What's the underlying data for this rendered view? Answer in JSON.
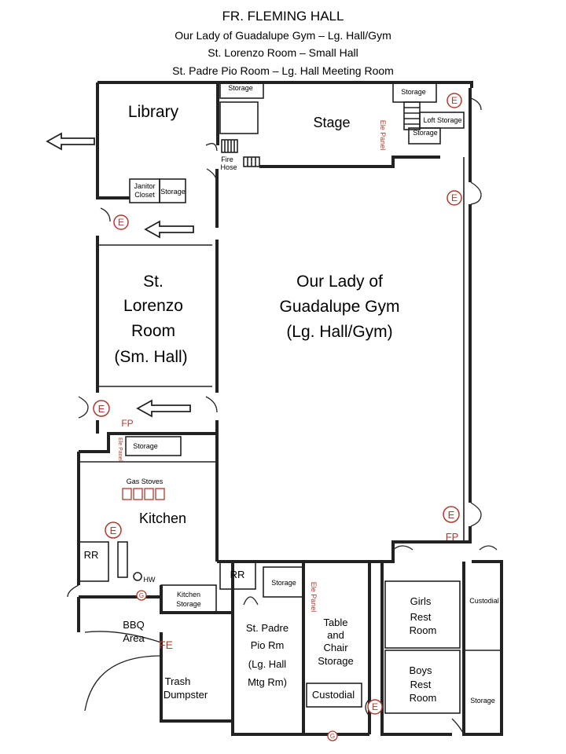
{
  "header": {
    "title": "FR. FLEMING HALL",
    "lines": [
      "Our Lady of Guadalupe Gym – Lg. Hall/Gym",
      "St. Lorenzo Room – Small Hall",
      "St. Padre Pio Room – Lg. Hall Meeting Room"
    ]
  },
  "rooms": {
    "library": "Library",
    "storage": "Storage",
    "stage": "Stage",
    "ele_panel": "Ele Panel",
    "loft_storage": "Loft Storage",
    "fire_hose_1": "Fire",
    "fire_hose_2": "Hose",
    "janitor_1": "Janitor",
    "janitor_2": "Closet",
    "lorenzo": [
      "St.",
      "Lorenzo",
      "Room",
      "(Sm. Hall)"
    ],
    "gym": [
      "Our Lady of",
      "Guadalupe Gym",
      "(Lg. Hall/Gym)"
    ],
    "fp": "FP",
    "gas_stoves": "Gas Stoves",
    "kitchen": "Kitchen",
    "rr": "RR",
    "hw": "HW",
    "kitchen_storage_1": "Kitchen",
    "kitchen_storage_2": "Storage",
    "bbq_1": "BBQ",
    "bbq_2": "Area",
    "fe": "FE",
    "trash_1": "Trash",
    "trash_2": "Dumpster",
    "padre_pio": [
      "St. Padre",
      "Pio Rm",
      "(Lg. Hall",
      "Mtg Rm)"
    ],
    "table_chair": [
      "Table",
      "and",
      "Chair",
      "Storage"
    ],
    "custodial": "Custodial",
    "girls": [
      "Girls",
      "Rest",
      "Room"
    ],
    "boys": [
      "Boys",
      "Rest",
      "Room"
    ]
  },
  "symbols": {
    "exit": "E",
    "gas": "G"
  },
  "colors": {
    "wall": "#222222",
    "annotation_red": "#b03a2e"
  }
}
